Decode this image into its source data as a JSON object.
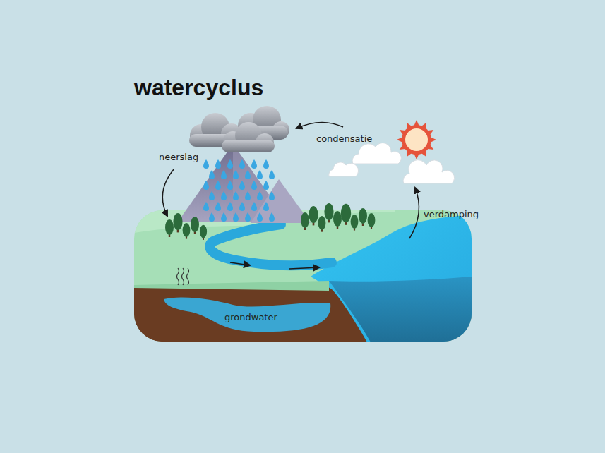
{
  "diagram": {
    "title": "watercyclus",
    "labels": [
      "condensatie",
      "neerslag",
      "verdamping",
      "grondwater"
    ]
  }
}
